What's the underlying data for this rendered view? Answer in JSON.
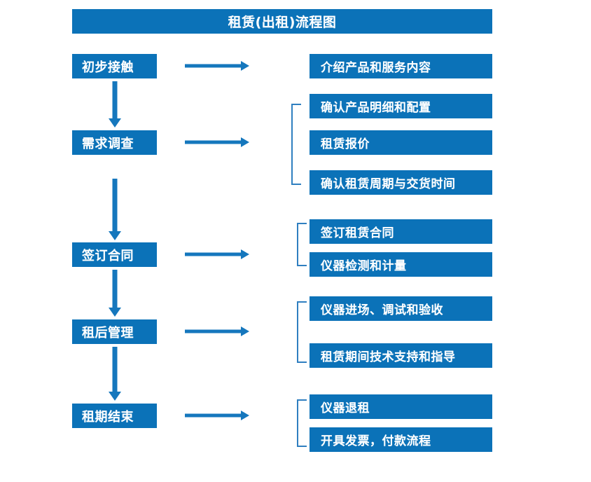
{
  "diagram": {
    "title": "租赁(出租)流程图",
    "colors": {
      "box_blue": "#0b72b8",
      "arrow_blue": "#1577bd",
      "bracket_blue": "#2f7fc0",
      "text_white": "#ffffff",
      "background": "#ffffff"
    },
    "stages": [
      {
        "label": "初步接触"
      },
      {
        "label": "需求调查"
      },
      {
        "label": "签订合同"
      },
      {
        "label": "租后管理"
      },
      {
        "label": "租期结束"
      }
    ],
    "details": [
      {
        "label": "介绍产品和服务内容"
      },
      {
        "label": "确认产品明细和配置"
      },
      {
        "label": "租赁报价"
      },
      {
        "label": "确认租赁周期与交货时间"
      },
      {
        "label": "签订租赁合同"
      },
      {
        "label": "仪器检测和计量"
      },
      {
        "label": "仪器进场、调试和验收"
      },
      {
        "label": "租赁期间技术支持和指导"
      },
      {
        "label": "仪器退租"
      },
      {
        "label": "开具发票，付款流程"
      }
    ]
  }
}
